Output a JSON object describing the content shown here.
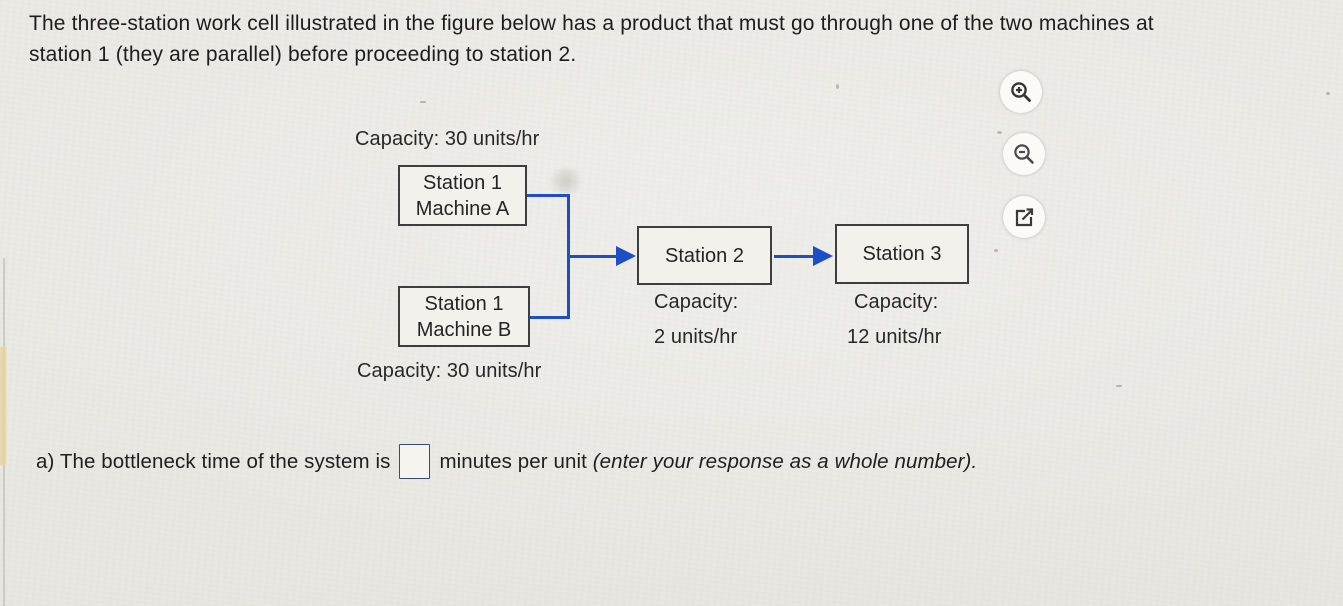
{
  "header": {
    "line1": "The three-station work cell illustrated in the figure below has a product that must go through one of the two machines at",
    "line2": "station 1 (they are parallel) before proceeding to station 2."
  },
  "figure": {
    "cap_top": "Capacity: 30 units/hr",
    "cap_bottom": "Capacity: 30 units/hr",
    "box_a": {
      "line1": "Station 1",
      "line2": "Machine A"
    },
    "box_b": {
      "line1": "Station 1",
      "line2": "Machine B"
    },
    "station2": {
      "label": "Station 2",
      "cap1": "Capacity:",
      "cap2": "2 units/hr"
    },
    "station3": {
      "label": "Station 3",
      "cap1": "Capacity:",
      "cap2": "12 units/hr"
    },
    "arrow_color": "#1d4ec6"
  },
  "toolbar": {
    "zoom_in_icon": "zoom-in-magnifier-plus",
    "zoom_out_icon": "zoom-out-magnifier-minus",
    "external_icon": "open-in-new-window"
  },
  "question_a": {
    "prefix": "a) The bottleneck time of the system is",
    "answer_value": "",
    "suffix": "minutes per unit",
    "note_italic": "(enter your response as a whole number)."
  }
}
